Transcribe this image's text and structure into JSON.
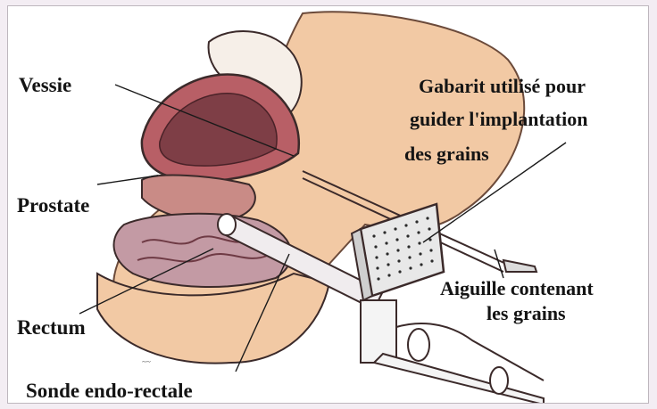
{
  "labels": {
    "vessie": "Vessie",
    "prostate": "Prostate",
    "rectum": "Rectum",
    "sonde": "Sonde endo-rectale",
    "gabarit_line1": "Gabarit utilisé pour",
    "gabarit_line2": "guider l'implantation",
    "gabarit_line3": "des grains",
    "aiguille_line1": "Aiguille contenant",
    "aiguille_line2": "les grains"
  },
  "colors": {
    "page_background": "#f3edf3",
    "skin": "#f2c9a4",
    "bladder_wall": "#b85f66",
    "bladder_inner": "#7e3e46",
    "rectum_tissue": "#c39aa4",
    "template_grid": "#e8e8e8",
    "outline": "#3b2a2a"
  },
  "icons": [
    "illustration-anatomy",
    "template-grid-icon",
    "needle-icon",
    "probe-icon"
  ]
}
